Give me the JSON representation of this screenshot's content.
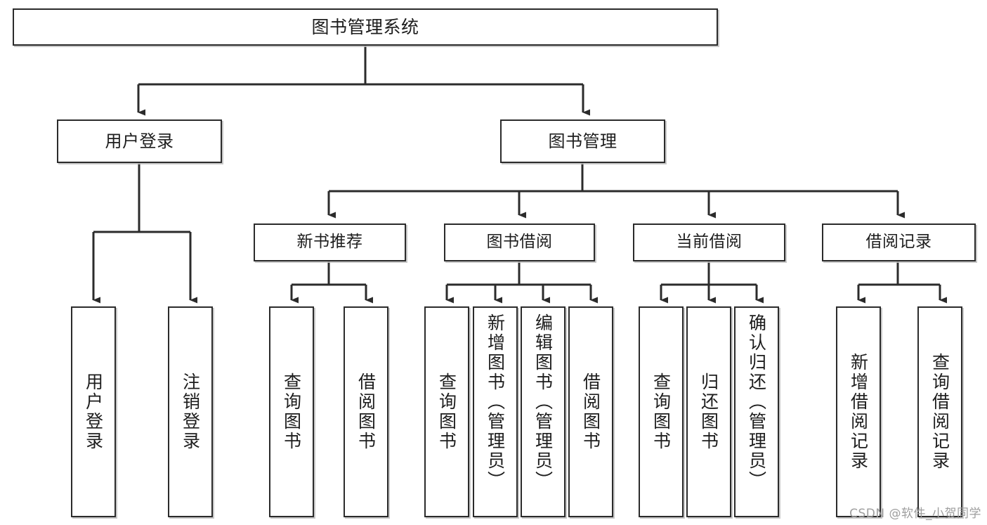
{
  "diagram": {
    "title": "图书管理系统",
    "type": "tree",
    "colors": {
      "background": "#ffffff",
      "border": "#2b2b2b",
      "text": "#1d1d1d",
      "shadow": "#bebebe",
      "watermark": "#9e9e9e"
    },
    "watermark": "CSDN @软件_小贺同学",
    "root": {
      "label": "图书管理系统"
    },
    "level2": [
      {
        "label": "用户登录"
      },
      {
        "label": "图书管理"
      }
    ],
    "level3": [
      {
        "label": "新书推荐"
      },
      {
        "label": "图书借阅"
      },
      {
        "label": "当前借阅"
      },
      {
        "label": "借阅记录"
      }
    ],
    "leaves": {
      "user_login": [
        {
          "label": "用户登录"
        },
        {
          "label": "注销登录"
        }
      ],
      "new_book_recommend": [
        {
          "label": "查询图书"
        },
        {
          "label": "借阅图书"
        }
      ],
      "book_borrow": [
        {
          "label": "查询图书"
        },
        {
          "label": "新增图书（管理员）"
        },
        {
          "label": "编辑图书（管理员）"
        },
        {
          "label": "借阅图书"
        }
      ],
      "current_borrow": [
        {
          "label": "查询图书"
        },
        {
          "label": "归还图书"
        },
        {
          "label": "确认归还（管理员）"
        }
      ],
      "borrow_record": [
        {
          "label": "新增借阅记录"
        },
        {
          "label": "查询借阅记录"
        }
      ]
    }
  }
}
